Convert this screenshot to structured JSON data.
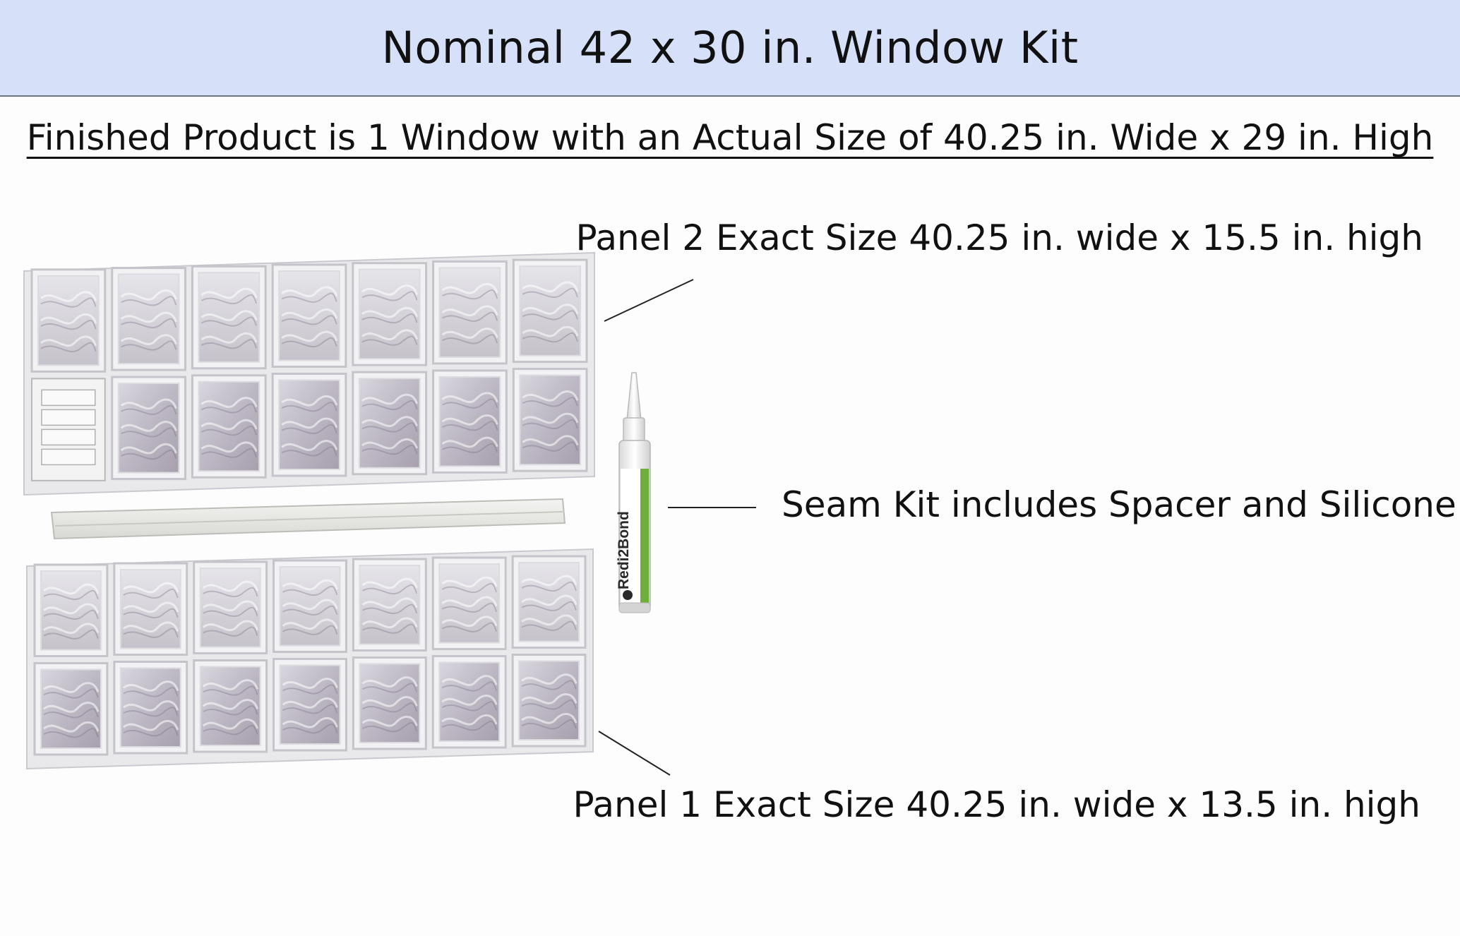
{
  "header": {
    "title": "Nominal 42 x 30 in. Window Kit",
    "background": "#d6e1f9"
  },
  "subtitle": "Finished Product is 1 Window with an Actual Size of 40.25 in. Wide x 29 in. High",
  "callouts": {
    "panel2": "Panel 2 Exact Size 40.25 in. wide x 15.5 in. high",
    "seam_kit": "Seam Kit includes Spacer and Silicone",
    "panel1": "Panel 1 Exact Size 40.25 in. wide x 13.5 in. high"
  },
  "silicone_tube": {
    "brand_label": "Redi2Bond",
    "label_color": "#6fae3a"
  },
  "panel2": {
    "columns": 7,
    "rows": 2,
    "vent_position": "bottom-left"
  },
  "panel1": {
    "columns": 7,
    "rows": 2
  }
}
